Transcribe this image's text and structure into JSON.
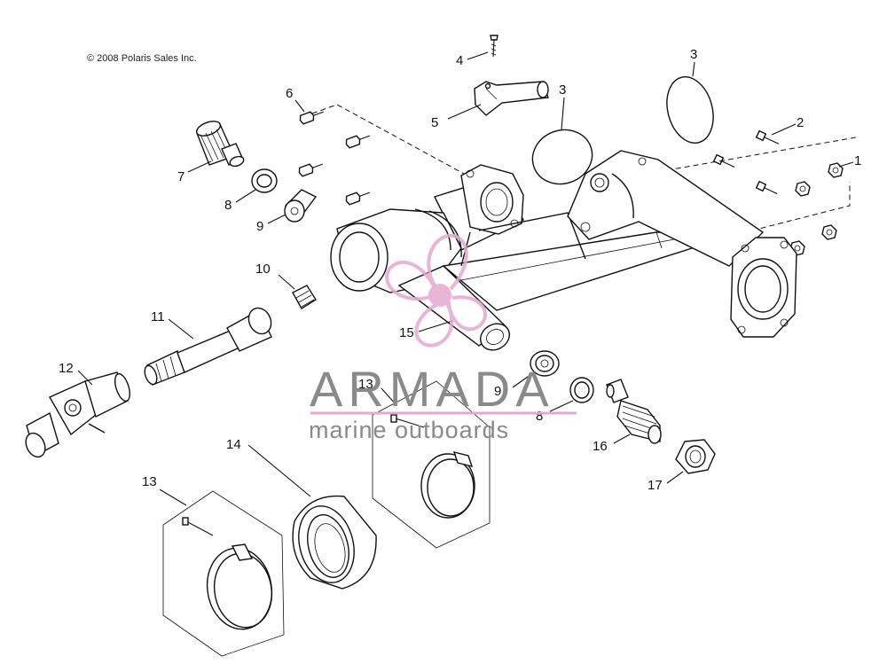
{
  "copyright": "© 2008 Polaris Sales Inc.",
  "callouts": [
    {
      "id": "c1",
      "label": "1"
    },
    {
      "id": "c2",
      "label": "2"
    },
    {
      "id": "c3a",
      "label": "3"
    },
    {
      "id": "c3b",
      "label": "3"
    },
    {
      "id": "c4",
      "label": "4"
    },
    {
      "id": "c5",
      "label": "5"
    },
    {
      "id": "c6",
      "label": "6"
    },
    {
      "id": "c7",
      "label": "7"
    },
    {
      "id": "c8a",
      "label": "8"
    },
    {
      "id": "c8b",
      "label": "8"
    },
    {
      "id": "c9a",
      "label": "9"
    },
    {
      "id": "c9b",
      "label": "9"
    },
    {
      "id": "c10",
      "label": "10"
    },
    {
      "id": "c11",
      "label": "11"
    },
    {
      "id": "c12",
      "label": "12"
    },
    {
      "id": "c13a",
      "label": "13"
    },
    {
      "id": "c13b",
      "label": "13"
    },
    {
      "id": "c14",
      "label": "14"
    },
    {
      "id": "c15",
      "label": "15"
    },
    {
      "id": "c16",
      "label": "16"
    },
    {
      "id": "c17",
      "label": "17"
    }
  ],
  "watermark": {
    "brand": "ARMADA",
    "tagline": "marine outboards",
    "pink": "#e6a9cd",
    "gray": "#8a8a8a"
  }
}
